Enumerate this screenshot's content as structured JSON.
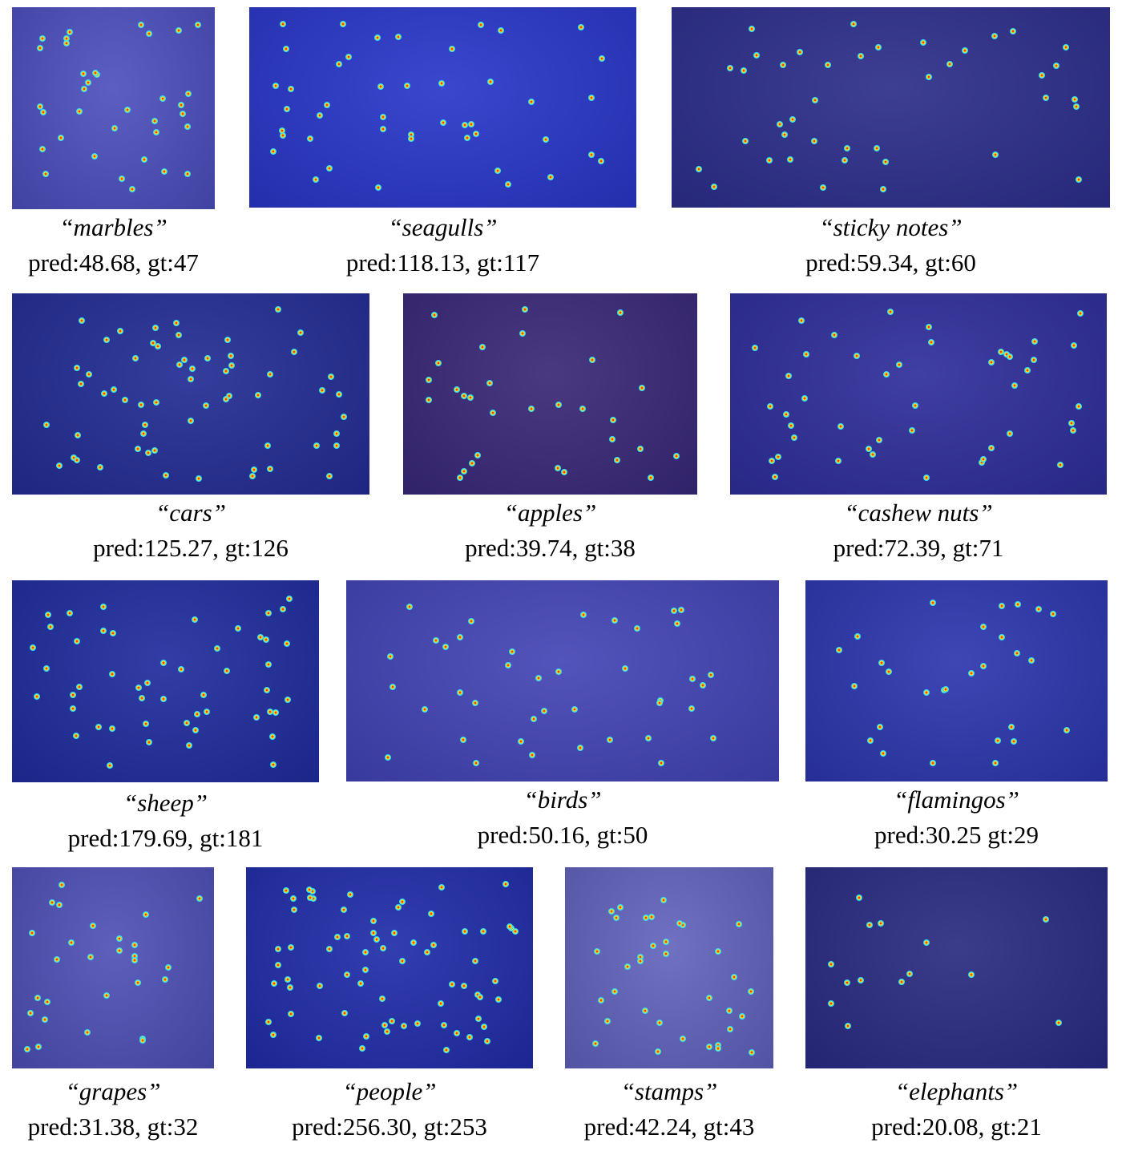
{
  "panels": [
    {
      "name": "marbles",
      "caption": "“marbles”",
      "stats": "pred:48.68, gt:47"
    },
    {
      "name": "seagulls",
      "caption": "“seagulls”",
      "stats": "pred:118.13, gt:117"
    },
    {
      "name": "sticky-notes",
      "caption": "“sticky notes”",
      "stats": "pred:59.34, gt:60"
    },
    {
      "name": "cars",
      "caption": "“cars”",
      "stats": "pred:125.27, gt:126"
    },
    {
      "name": "apples",
      "caption": "“apples”",
      "stats": "pred:39.74, gt:38"
    },
    {
      "name": "cashew-nuts",
      "caption": "“cashew nuts”",
      "stats": "pred:72.39, gt:71"
    },
    {
      "name": "sheep",
      "caption": "“sheep”",
      "stats": "pred:179.69, gt:181"
    },
    {
      "name": "birds",
      "caption": "“birds”",
      "stats": "pred:50.16, gt:50"
    },
    {
      "name": "flamingos",
      "caption": "“flamingos”",
      "stats": "pred:30.25 gt:29"
    },
    {
      "name": "grapes",
      "caption": "“grapes”",
      "stats": "pred:31.38, gt:32"
    },
    {
      "name": "people",
      "caption": "“people”",
      "stats": "pred:256.30, gt:253"
    },
    {
      "name": "stamps",
      "caption": "“stamps”",
      "stats": "pred:42.24, gt:43"
    },
    {
      "name": "elephants",
      "caption": "“elephants”",
      "stats": "pred:20.08, gt:21"
    }
  ]
}
